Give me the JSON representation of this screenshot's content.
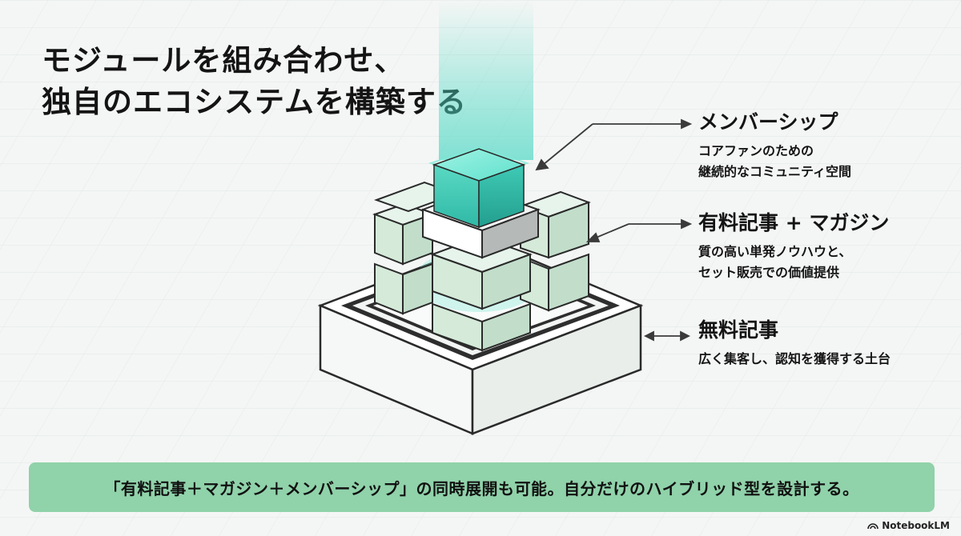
{
  "title": {
    "line1": "モジュールを組み合わせ、",
    "line2": "独自のエコシステムを構築する"
  },
  "layers": [
    {
      "name": "メンバーシップ",
      "description_lines": [
        "コアファンのための",
        "継続的なコミュニティ空間"
      ]
    },
    {
      "name": "有料記事 + マガジン",
      "description_lines": [
        "質の高い単発ノウハウと、",
        "セット販売での価値提供"
      ]
    },
    {
      "name": "無料記事",
      "description_lines": [
        "広く集客し、認知を獲得する土台"
      ]
    }
  ],
  "banner": {
    "text": "「有料記事＋マガジン＋メンバーシップ」の同時展開も可能。自分だけのハイブリッド型を設計する。"
  },
  "brand": {
    "name": "NotebookLM",
    "icon": "notebooklm-logo-icon"
  },
  "colors": {
    "accent_teal": "#4fd8c4",
    "module_green": "#d8ede0",
    "banner_green": "#90d2aa"
  }
}
